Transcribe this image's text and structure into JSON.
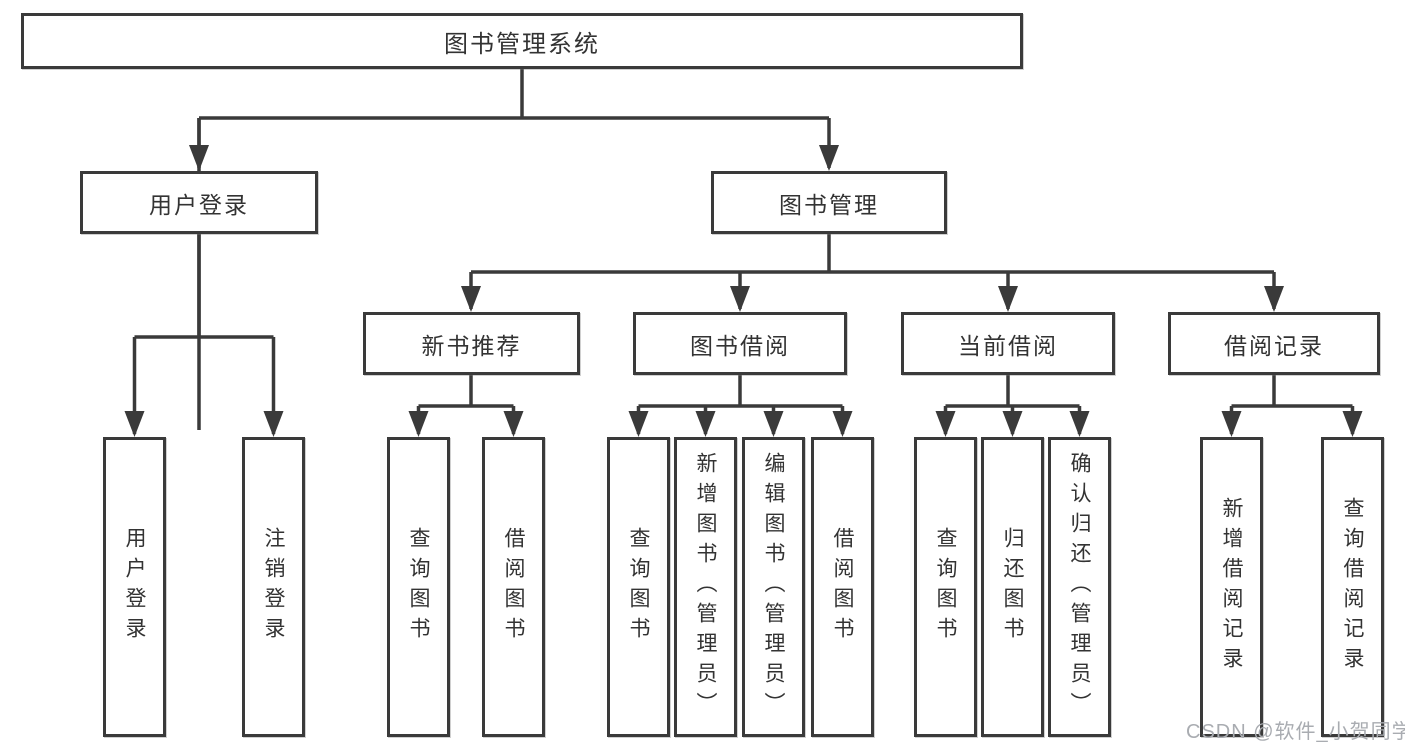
{
  "diagram": {
    "root": {
      "label": "图书管理系统"
    },
    "level2": [
      {
        "label": "用户登录"
      },
      {
        "label": "图书管理"
      }
    ],
    "level3": [
      {
        "label": "新书推荐"
      },
      {
        "label": "图书借阅"
      },
      {
        "label": "当前借阅"
      },
      {
        "label": "借阅记录"
      }
    ],
    "leaves": [
      {
        "label": "用户登录"
      },
      {
        "label": "注销登录"
      },
      {
        "label": "查询图书"
      },
      {
        "label": "借阅图书"
      },
      {
        "label": "查询图书"
      },
      {
        "label": "新增图书（管理员）"
      },
      {
        "label": "编辑图书（管理员）"
      },
      {
        "label": "借阅图书"
      },
      {
        "label": "查询图书"
      },
      {
        "label": "归还图书"
      },
      {
        "label": "确认归还（管理员）"
      },
      {
        "label": "新增借阅记录"
      },
      {
        "label": "查询借阅记录"
      }
    ]
  },
  "watermark": {
    "text": "CSDN @软件_小贺同学"
  },
  "colors": {
    "line": "#3a3a3a",
    "text": "#333333",
    "watermark": "#a9acb1",
    "background": "#ffffff"
  }
}
